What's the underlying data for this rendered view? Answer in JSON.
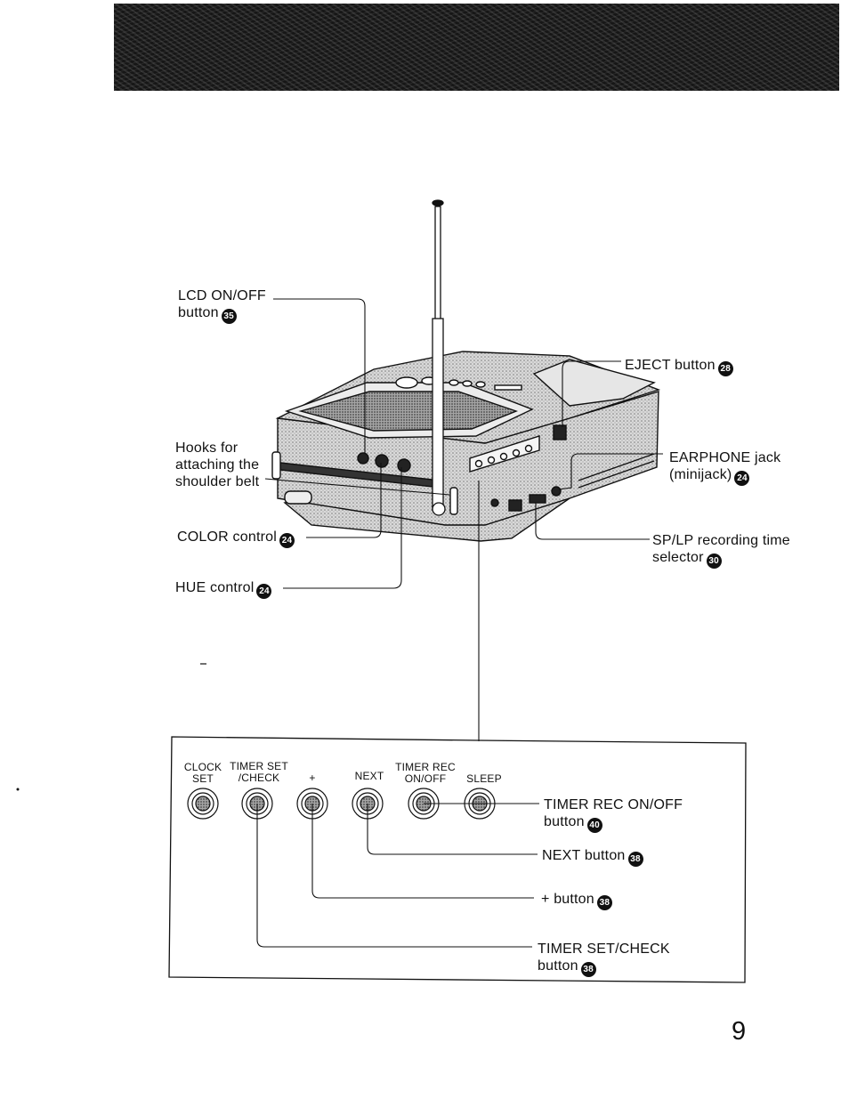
{
  "callouts": {
    "lcd": {
      "line1": "LCD ON/OFF",
      "line2": "button",
      "num": "35"
    },
    "eject": {
      "text": "EJECT button",
      "num": "28"
    },
    "hooks": {
      "line1": "Hooks for",
      "line2": "attaching the",
      "line3": "shoulder belt"
    },
    "earphone": {
      "line1": "EARPHONE jack",
      "line2": "(minijack)",
      "num": "24"
    },
    "color": {
      "text": "COLOR control",
      "num": "24"
    },
    "sp_lp": {
      "line1": "SP/LP recording time",
      "line2": "selector",
      "num": "30"
    },
    "hue": {
      "text": "HUE control",
      "num": "24"
    }
  },
  "panel": {
    "buttons": [
      {
        "line1": "CLOCK",
        "line2": "SET"
      },
      {
        "line1": "TIMER SET",
        "line2": "/CHECK"
      },
      {
        "line1": "",
        "line2": "+"
      },
      {
        "line1": "",
        "line2": "NEXT"
      },
      {
        "line1": "TIMER REC",
        "line2": "ON/OFF"
      },
      {
        "line1": "",
        "line2": "SLEEP"
      }
    ],
    "callouts": {
      "timer_rec": {
        "line1": "TIMER REC ON/OFF",
        "line2": "button",
        "num": "40"
      },
      "next": {
        "text": "NEXT button",
        "num": "38"
      },
      "plus": {
        "text": "+ button",
        "num": "38"
      },
      "timer_set": {
        "line1": "TIMER SET/CHECK",
        "line2": "button",
        "num": "38"
      }
    }
  },
  "page_number": "9"
}
